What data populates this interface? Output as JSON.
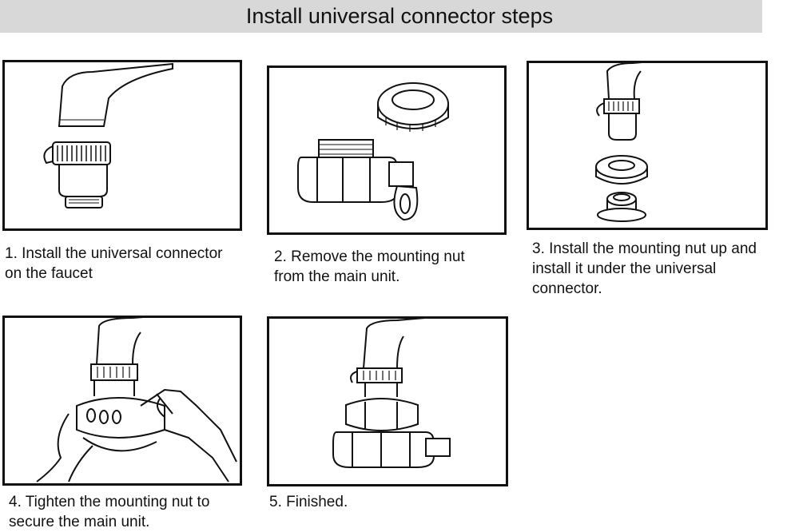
{
  "page": {
    "title": "Install universal connector steps"
  },
  "steps": [
    {
      "caption_lines": [
        "1. Install the universal connector",
        "on the faucet"
      ]
    },
    {
      "caption_lines": [
        "2. Remove the mounting nut",
        "from the main unit."
      ]
    },
    {
      "caption_lines": [
        "3. Install the mounting nut up and",
        "install it under the universal",
        "connector."
      ]
    },
    {
      "caption_lines": [
        "4. Tighten the mounting nut to",
        "secure the main unit."
      ]
    },
    {
      "caption_lines": [
        "5. Finished."
      ]
    }
  ],
  "colors": {
    "title_background": "#d8d8d8",
    "line": "#111111"
  }
}
